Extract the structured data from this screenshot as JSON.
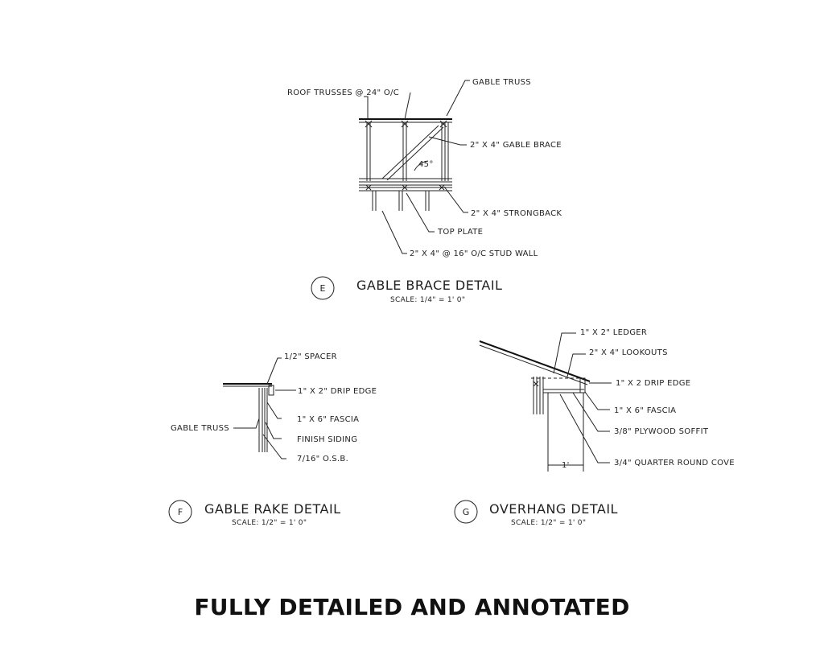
{
  "details": {
    "e": {
      "tag": "E",
      "title": "GABLE BRACE DETAIL",
      "scale": "SCALE: 1/4\" = 1' 0\"",
      "labels": {
        "roof_trusses": "ROOF TRUSSES @ 24\" O/C",
        "gable_truss": "GABLE TRUSS",
        "gable_brace": "2\" X 4\" GABLE BRACE",
        "angle": "45°",
        "strongback": "2\" X 4\" STRONGBACK",
        "top_plate": "TOP PLATE",
        "stud_wall": "2\" X 4\" @ 16\" O/C STUD WALL"
      }
    },
    "f": {
      "tag": "F",
      "title": "GABLE RAKE DETAIL",
      "scale": "SCALE: 1/2\" = 1' 0\"",
      "labels": {
        "spacer": "1/2\" SPACER",
        "drip_edge": "1\" X 2\" DRIP EDGE",
        "fascia": "1\" X 6\" FASCIA",
        "gable_truss": "GABLE TRUSS",
        "finish_siding": "FINISH SIDING",
        "osb": "7/16\" O.S.B."
      }
    },
    "g": {
      "tag": "G",
      "title": "OVERHANG DETAIL",
      "scale": "SCALE: 1/2\" = 1' 0\"",
      "labels": {
        "ledger": "1\" X 2\" LEDGER",
        "lookouts": "2\" X 4\" LOOKOUTS",
        "drip_edge": "1\" X 2 DRIP EDGE",
        "fascia": "1\" X 6\" FASCIA",
        "soffit": "3/8\" PLYWOOD SOFFIT",
        "dimension": "1'",
        "cove": "3/4\" QUARTER ROUND COVE"
      }
    }
  },
  "banner": "FULLY DETAILED AND ANNOTATED"
}
